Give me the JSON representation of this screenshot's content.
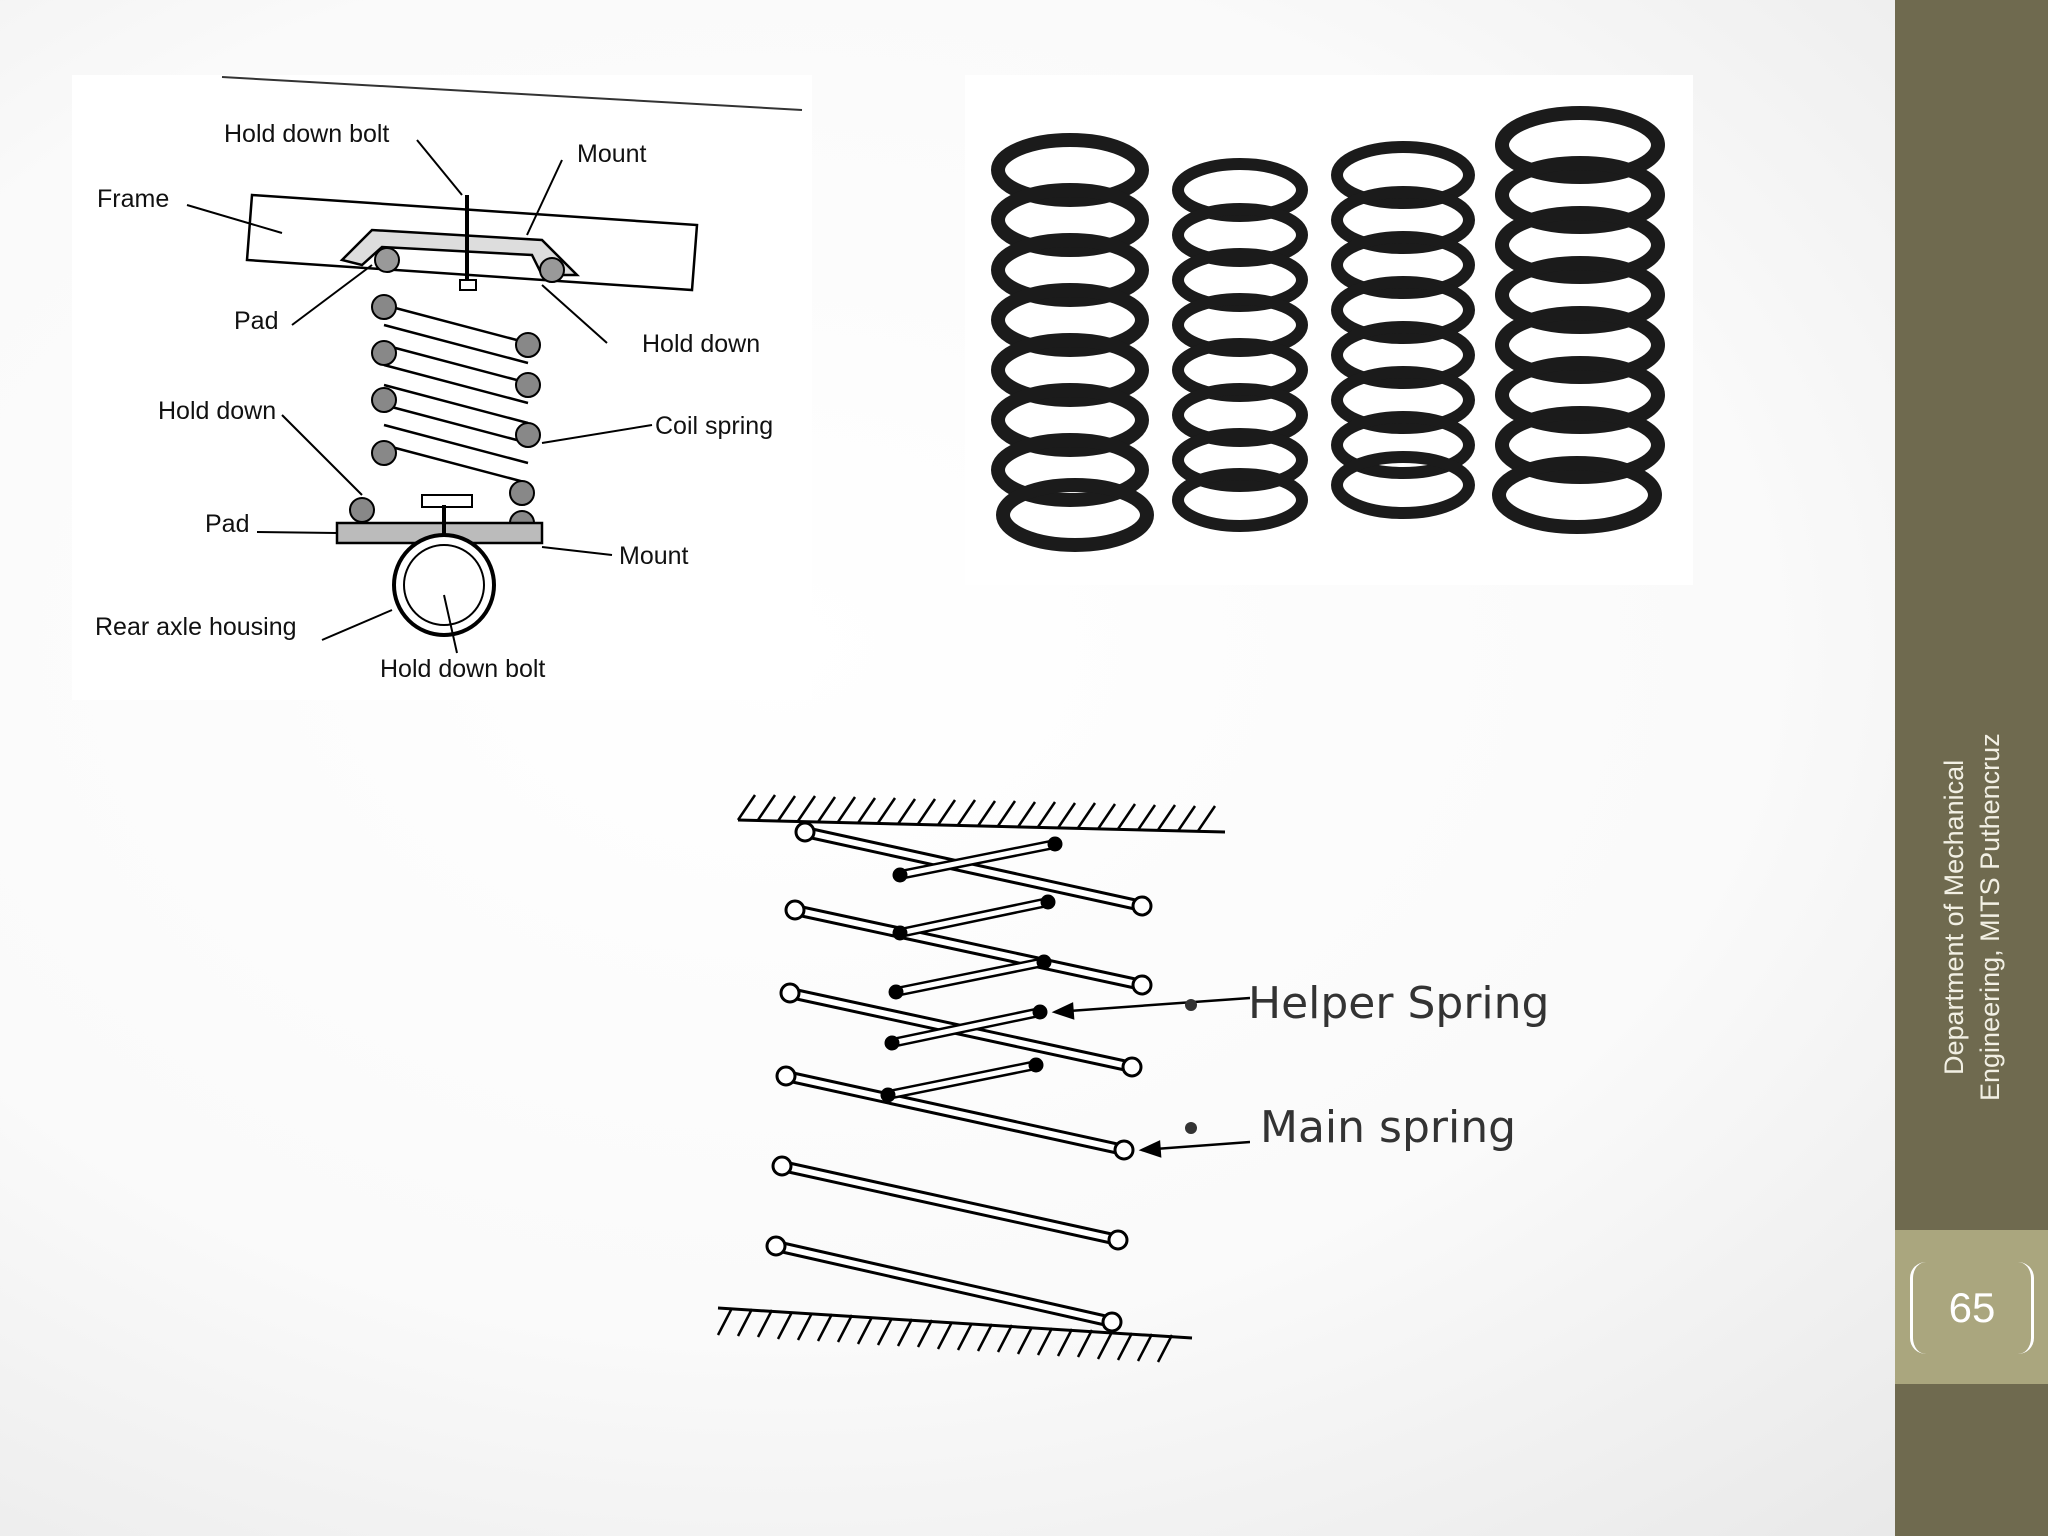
{
  "diagram_top": {
    "labels": {
      "hold_down_bolt_top": "Hold down bolt",
      "mount_top": "Mount",
      "frame": "Frame",
      "pad_top": "Pad",
      "hold_down_right": "Hold down",
      "hold_down_left": "Hold down",
      "coil_spring": "Coil spring",
      "pad_bottom": "Pad",
      "mount_bottom": "Mount",
      "rear_axle_housing": "Rear axle housing",
      "hold_down_bolt_bottom": "Hold down bolt"
    }
  },
  "diagram_bottom": {
    "captions": [
      "Helper Spring",
      "Main spring"
    ]
  },
  "footer": {
    "department": "Department of Mechanical Engineering, MITS Puthencruz",
    "page_number": "65"
  },
  "colors": {
    "sidebar": "#6f6a4f",
    "sidebar_accent": "#aaa67e",
    "spring_photo": "#1b1b1b"
  }
}
